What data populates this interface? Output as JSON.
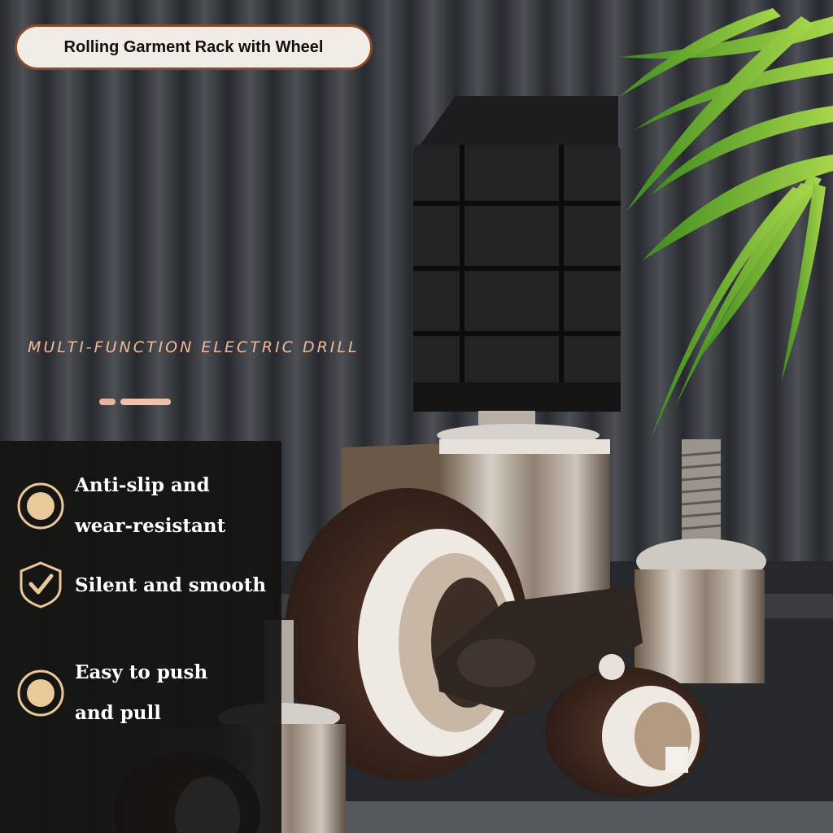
{
  "title": "Rolling Garment Rack with Wheel",
  "subtitle": "MULTI-FUNCTION ELECTRIC DRILL",
  "features": [
    {
      "label": "Anti-slip and\nwear-resistant",
      "icon": "circle-dot-icon"
    },
    {
      "label": "Silent and smooth",
      "icon": "shield-check-icon"
    },
    {
      "label": "Easy to push\nand pull",
      "icon": "circle-dot-icon"
    }
  ],
  "colors": {
    "accent": "#e8b59b",
    "pill_border": "#8a4a2a",
    "pill_bg": "#f2ece7",
    "icon_gold": "#e9c99a"
  }
}
